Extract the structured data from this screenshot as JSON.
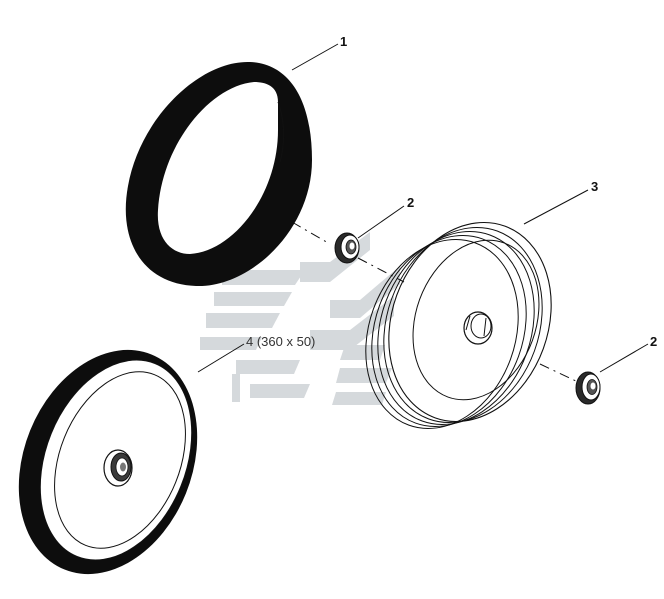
{
  "diagram": {
    "callouts": [
      {
        "id": "1",
        "label": "1"
      },
      {
        "id": "2a",
        "label": "2"
      },
      {
        "id": "3",
        "label": "3"
      },
      {
        "id": "2b",
        "label": "2"
      },
      {
        "id": "4",
        "label": "4 (360 x 50)"
      }
    ]
  },
  "colors": {
    "line": "#111111",
    "tire": "#0d0d0d",
    "watermark": "#c8cdd1",
    "watermark_accent": "#d8a5a5",
    "background": "#ffffff"
  }
}
